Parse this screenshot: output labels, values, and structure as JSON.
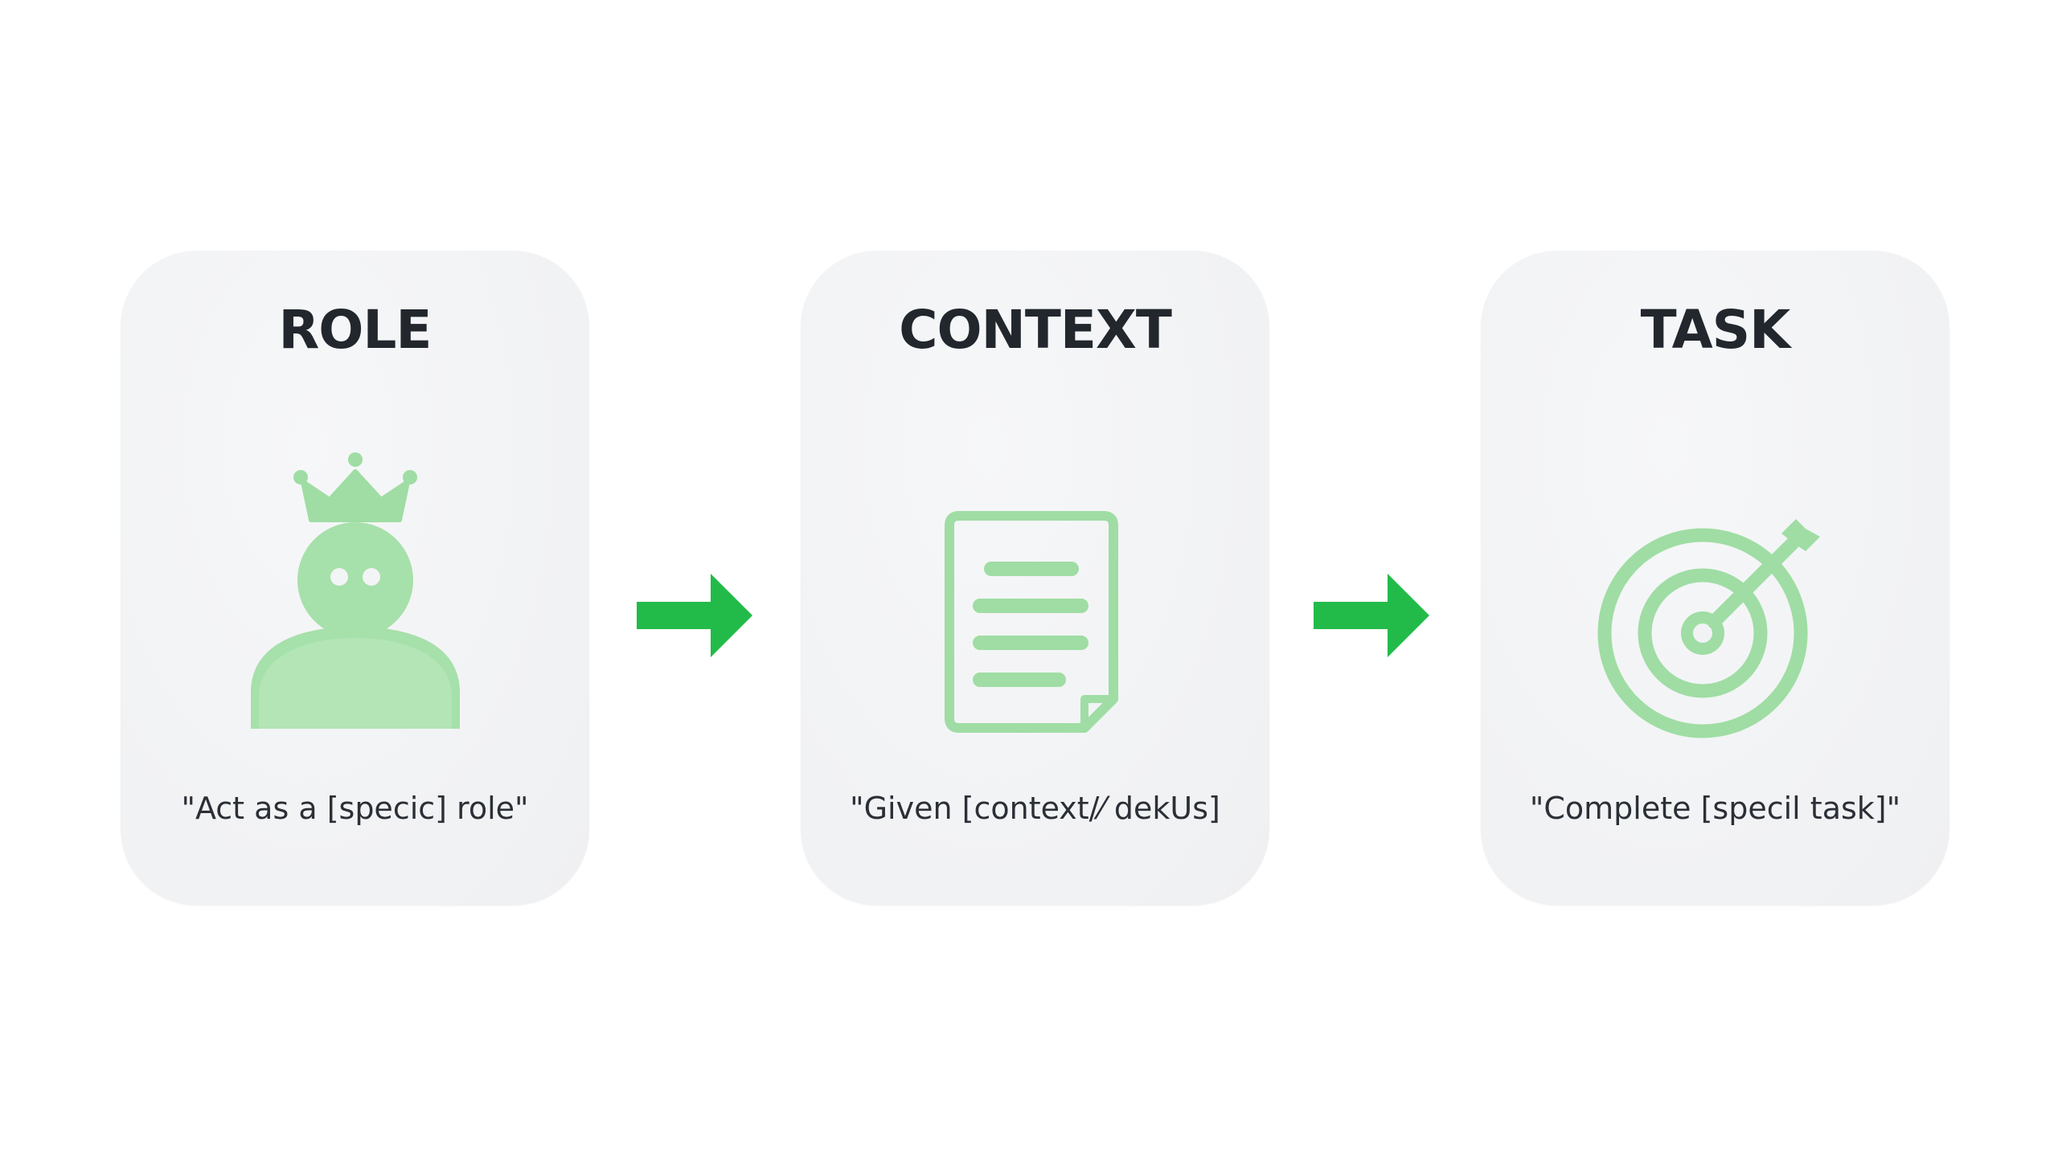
{
  "accent_color": "#9fdda4",
  "arrow_color": "#22bb4a",
  "steps": [
    {
      "title": "ROLE",
      "icon": "crowned-person-icon",
      "caption": "\"Act as a [specic] role\""
    },
    {
      "title": "CONTEXT",
      "icon": "document-icon",
      "caption": "\"Given [context/⁄ dekUs]"
    },
    {
      "title": "TASK",
      "icon": "target-icon",
      "caption": "\"Complete [specil task]\""
    }
  ]
}
